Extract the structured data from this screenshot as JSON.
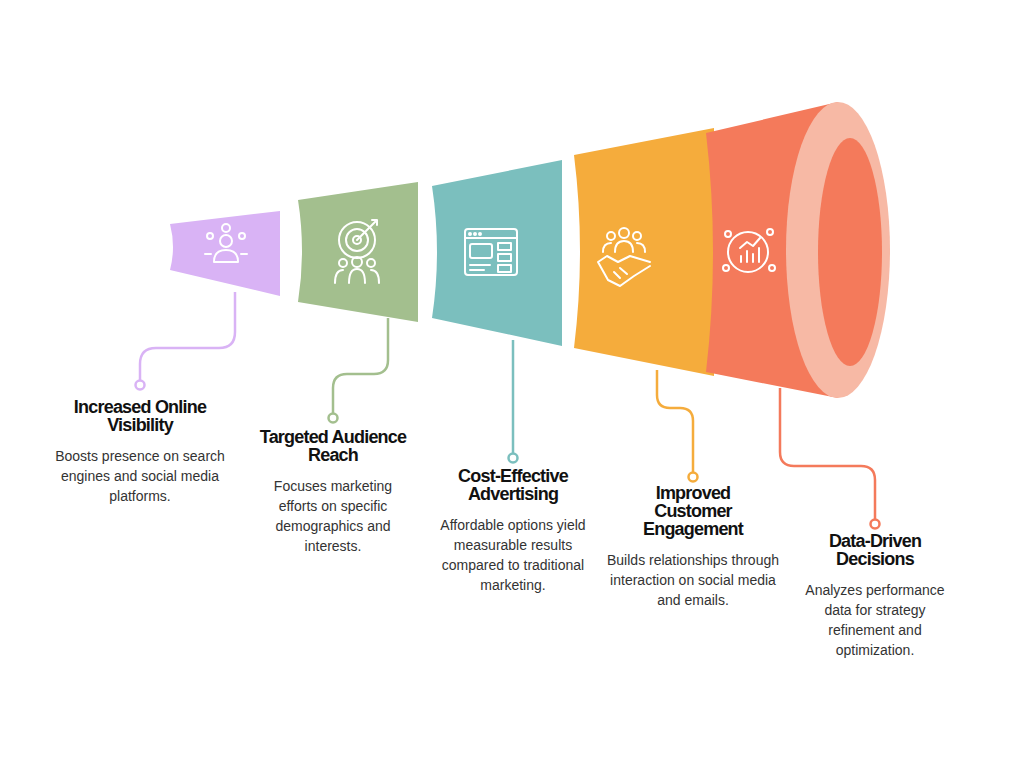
{
  "diagram": {
    "labels": [
      "Increased Online Visibility",
      "Boosts presence on search engines and social media platforms.",
      "Targeted Audience Reach",
      "Focuses marketing efforts on specific demographics and interests.",
      "Cost-Effective Advertising",
      "Affordable options yield measurable results compared to traditional marketing.",
      "Improved Customer Engagement",
      "Builds relationships through interaction on social media and emails.",
      "Data-Driven Decisions",
      "Analyzes performance data for strategy refinement and optimization."
    ]
  }
}
